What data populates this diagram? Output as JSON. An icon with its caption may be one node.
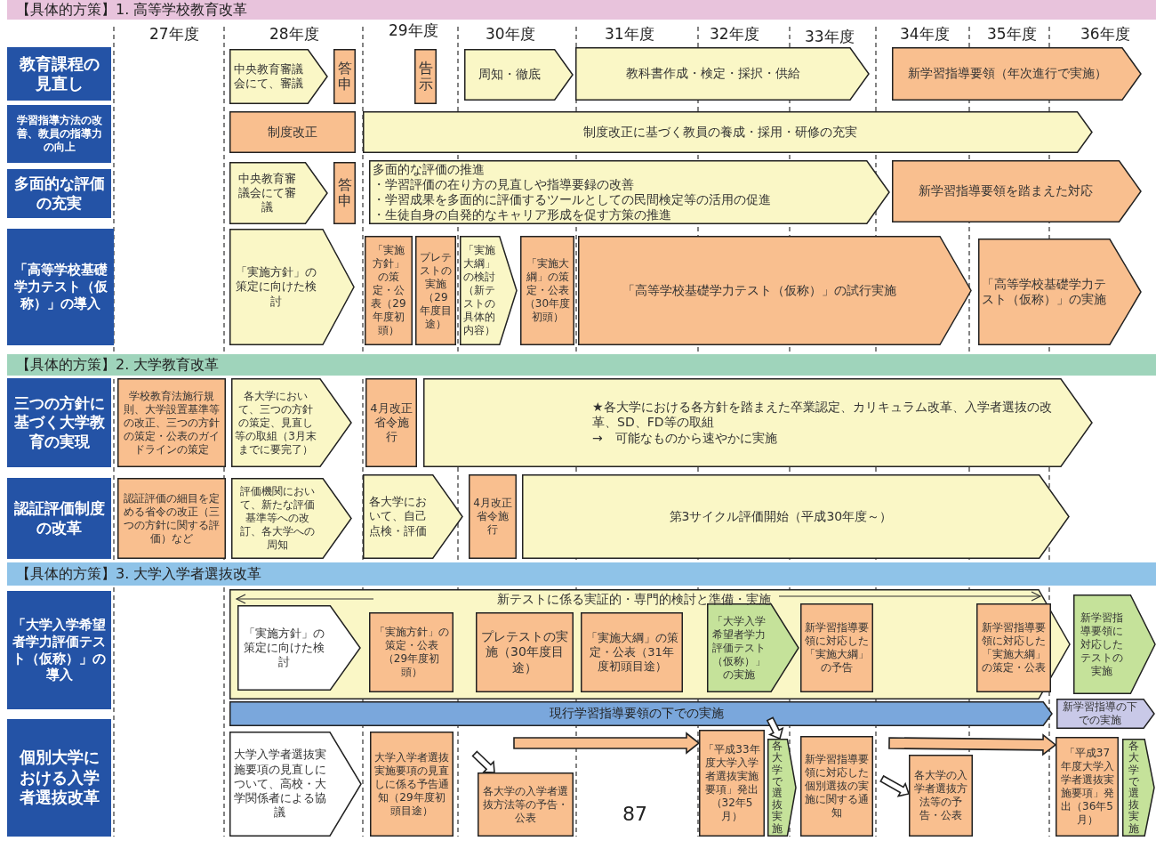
{
  "diagram": {
    "nodes": [
      {
        "text": [
          "【具体的方策】1. 高等学校教育改革"
        ]
      },
      {
        "text": [
          "教育課程の見直し"
        ]
      },
      {
        "text": [
          "中央教育審議会にて、審議"
        ]
      },
      {
        "text": [
          "答申"
        ]
      },
      {
        "text": [
          "告示"
        ]
      },
      {
        "text": [
          "周知・徹底"
        ]
      },
      {
        "text": [
          "教科書作成・検定・採択・供給"
        ]
      },
      {
        "text": [
          "新学習指導要領（年次進行で実施）"
        ]
      },
      {
        "text": [
          "学習指導方法の改善、教員の指導力の向上"
        ]
      },
      {
        "text": [
          "制度改正"
        ]
      },
      {
        "text": [
          "制度改正に基づく教員の養成・採用・研修の充実"
        ]
      },
      {
        "text": [
          "多面的な評価の充実"
        ]
      },
      {
        "text": [
          "中央教育審議会にて審議"
        ]
      },
      {
        "text": [
          "答申"
        ]
      },
      {
        "text": [
          "多面的な評価の推進",
          "・学習評価の在り方の見直しや指導要録の改善",
          "・学習成果を多面的に評価するツールとしての民間検定等の活用の促進",
          "・生徒自身の自発的なキャリア形成を促す方策の推進"
        ]
      },
      {
        "text": [
          "新学習指導要領を踏まえた対応"
        ]
      },
      {
        "text": [
          "「高等学校基礎学力テスト（仮称）」の導入"
        ]
      },
      {
        "text": [
          "「実施方針」の策定に向けた検討"
        ]
      },
      {
        "text": [
          "「実施方針」の策定・公表（29年度初頭）"
        ]
      },
      {
        "text": [
          "プレテストの実施（29年度目途）"
        ]
      },
      {
        "text": [
          "「実施大綱」の検討（新テストの具体的内容）"
        ]
      },
      {
        "text": [
          "「実施大綱」の策定・公表（30年度初頭）"
        ]
      },
      {
        "text": [
          "「高等学校基礎学力テスト（仮称）」の試行実施"
        ]
      },
      {
        "text": [
          "「高等学校基礎学力テスト（仮称）」の実施"
        ]
      },
      {
        "text": [
          "【具体的方策】2. 大学教育改革"
        ]
      },
      {
        "text": [
          "三つの方針に基づく大学教育の実現"
        ]
      },
      {
        "text": [
          "学校教育法施行規則、大学設置基準等の改正、三つの方針の策定・公表のガイドラインの策定"
        ]
      },
      {
        "text": [
          "各大学において、三つの方針の策定、見直し等の取組（3月末までに要完了）"
        ]
      },
      {
        "text": [
          "4月改正省令施行"
        ]
      },
      {
        "text": [
          "★各大学における各方針を踏まえた卒業認定、カリキュラム改革、入学者選抜の改革、SD、FD等の取組",
          "→　可能なものから速やかに実施"
        ]
      },
      {
        "text": [
          "認証評価制度の改革"
        ]
      },
      {
        "text": [
          "認証評価の細目を定める省令の改正（三つの方針に関する評価）など"
        ]
      },
      {
        "text": [
          "評価機関において、新たな評価基準等への改訂、各大学への周知"
        ]
      },
      {
        "text": [
          "各大学において、自己点検・評価"
        ]
      },
      {
        "text": [
          "4月改正省令施行"
        ]
      },
      {
        "text": [
          "第3サイクル評価開始（平成30年度～）"
        ]
      },
      {
        "text": [
          "【具体的方策】3. 大学入学者選抜改革"
        ]
      },
      {
        "text": [
          "「大学入学希望者学力評価テスト（仮称）」の導入"
        ]
      },
      {
        "text": [
          "新テストに係る実証的・専門的検討と準備・実施"
        ]
      },
      {
        "text": [
          "「実施方針」の策定に向けた検討"
        ],
        "in": 38
      },
      {
        "text": [
          "「実施方針」の策定・公表（29年度初頭）"
        ],
        "in": 38
      },
      {
        "text": [
          "プレテストの実施（30年度目途）"
        ],
        "in": 38
      },
      {
        "text": [
          "「実施大綱」の策定・公表（31年度初頭目途）"
        ],
        "in": 38
      },
      {
        "text": [
          "「大学入学希望者学力評価テスト（仮称）」の実施"
        ],
        "in": 38
      },
      {
        "text": [
          "新学習指導要領に対応した「実施大綱」の予告"
        ],
        "in": 38
      },
      {
        "text": [
          "新学習指導要領に対応した「実施大綱」の策定・公表"
        ],
        "in": 38
      },
      {
        "text": [
          "新学習指導要領に対応したテストの実施"
        ]
      },
      {
        "text": [
          "現行学習指導要領の下での実施"
        ]
      },
      {
        "text": [
          "新学習指導の下での実施"
        ]
      },
      {
        "text": [
          "個別大学における入学者選抜改革"
        ]
      },
      {
        "text": [
          "大学入学者選抜実施要項の見直しについて、高校・大学関係者による協議"
        ]
      },
      {
        "text": [
          "大学入学者選抜実施要項の見直しに係る予告通知（29年度初頭目途）"
        ]
      },
      {
        "text": [
          "各大学の入学者選抜方法等の予告・公表"
        ]
      },
      {
        "text": [
          "「平成33年度大学入学者選抜実施要項」発出（32年5月）"
        ]
      },
      {
        "text": [
          "各大学で選抜実施"
        ]
      },
      {
        "text": [
          "新学習指導要領に対応した個別選抜の実施に関する通知"
        ]
      },
      {
        "text": [
          "各大学の入学者選抜方法等の予告・公表"
        ]
      },
      {
        "text": [
          "「平成37年度大学入学者選抜実施要項」発出（36年5月）"
        ]
      },
      {
        "text": [
          "各大学で選抜実施"
        ]
      }
    ],
    "edges": [
      {
        "from": null,
        "to": 52,
        "arrow": "to"
      },
      {
        "from": null,
        "to": 53,
        "arrow": "to",
        "color": "#f9bf8f"
      },
      {
        "from": null,
        "to": 54,
        "arrow": "to"
      },
      {
        "from": null,
        "to": 56,
        "arrow": "to"
      },
      {
        "from": null,
        "to": 57,
        "arrow": "to",
        "color": "#f9bf8f"
      }
    ],
    "labels": [
      "27年度",
      "28年度",
      "29年度",
      "30年度",
      "31年度",
      "32年度",
      "33年度",
      "34年度",
      "35年度",
      "36年度",
      "87"
    ]
  }
}
